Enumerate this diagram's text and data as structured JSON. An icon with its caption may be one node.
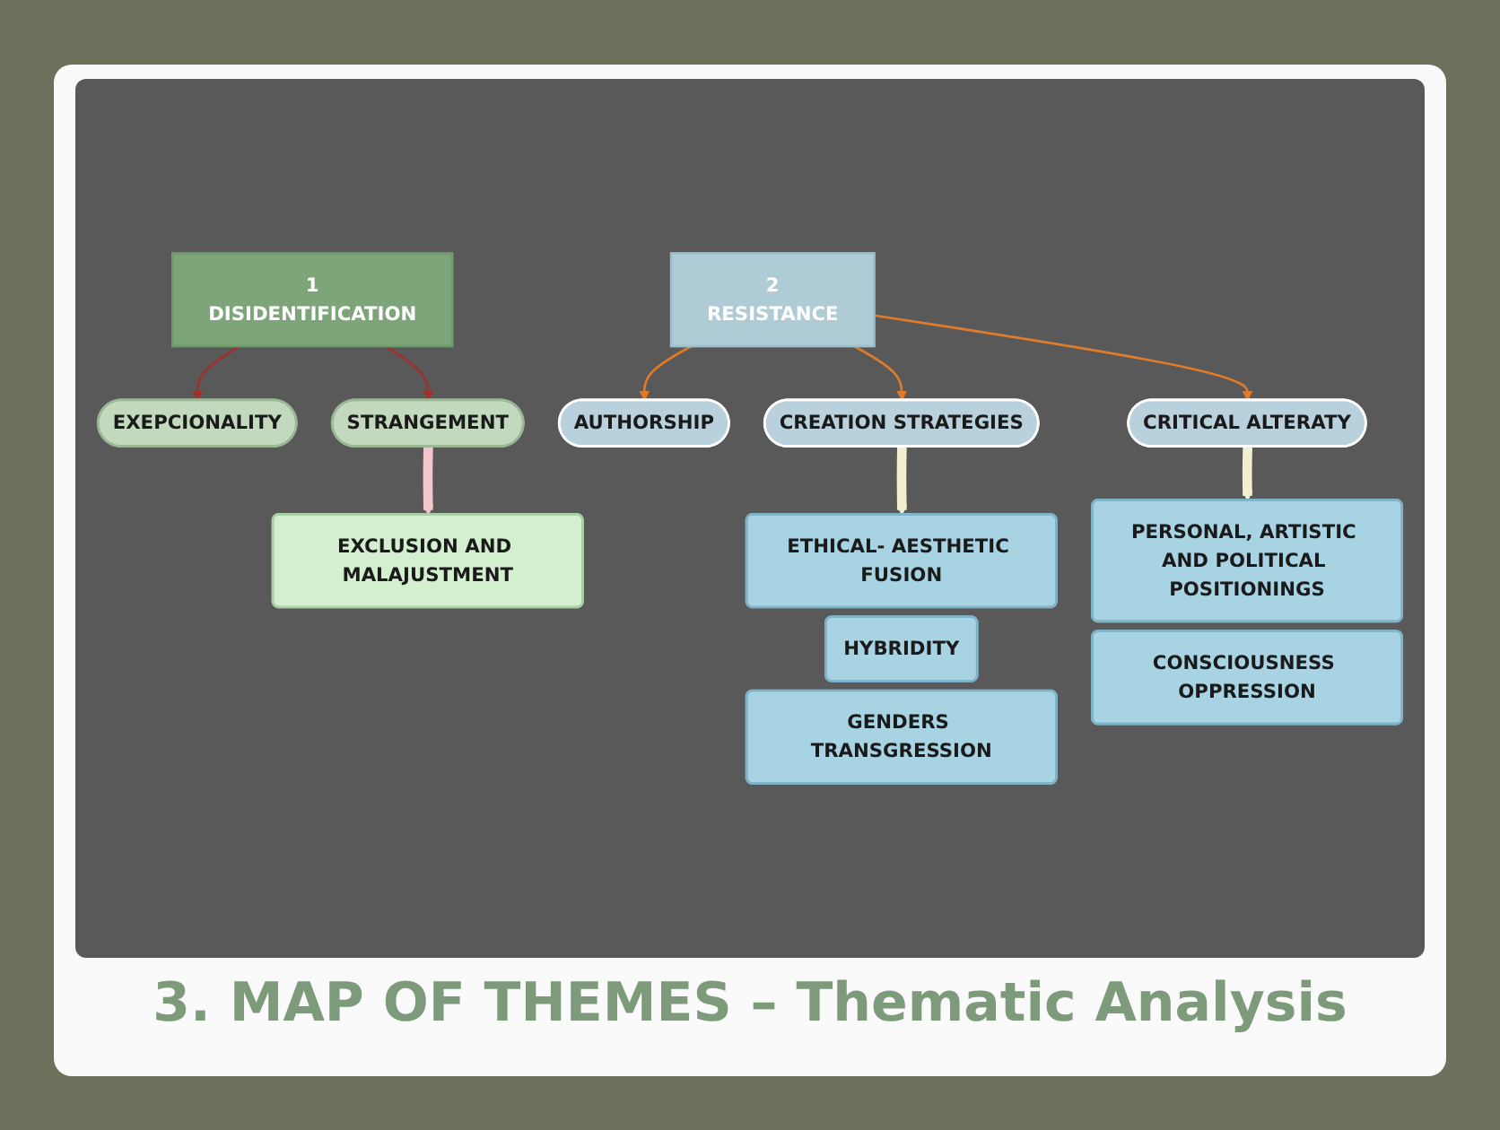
{
  "diagram": {
    "title": "3. MAP OF THEMES – Thematic Analysis",
    "nodes": [
      {
        "text": [
          "1",
          "DISIDENTIFICATION"
        ]
      },
      {
        "text": [
          "2",
          "RESISTANCE"
        ]
      },
      {
        "text": [
          "EXEPCIONALITY"
        ]
      },
      {
        "text": [
          "STRANGEMENT"
        ]
      },
      {
        "text": [
          "AUTHORSHIP"
        ]
      },
      {
        "text": [
          "CREATION STRATEGIES"
        ]
      },
      {
        "text": [
          "CRITICAL ALTERATY"
        ]
      },
      {
        "text": [
          "EXCLUSION AND MALAJUSTMENT"
        ]
      },
      {
        "text": [
          "ETHICAL- AESTHETIC FUSION"
        ]
      },
      {
        "text": [
          "HYBRIDITY"
        ]
      },
      {
        "text": [
          "GENDERS TRANSGRESSION"
        ]
      },
      {
        "text": [
          "PERSONAL, ARTISTIC AND POLITICAL POSITIONINGS"
        ]
      },
      {
        "text": [
          "CONSCIOUSNESS OPPRESSION"
        ]
      }
    ],
    "edges": [
      {
        "from": 0,
        "to": 2,
        "arrow": "to",
        "color": "#a0302c"
      },
      {
        "from": 0,
        "to": 3,
        "arrow": "to",
        "color": "#a0302c"
      },
      {
        "from": 1,
        "to": 4,
        "arrow": "to",
        "color": "#e07b2a"
      },
      {
        "from": 1,
        "to": 5,
        "arrow": "to",
        "color": "#e07b2a"
      },
      {
        "from": 1,
        "to": 6,
        "arrow": "to",
        "color": "#e07b2a"
      },
      {
        "from": 3,
        "to": 7,
        "arrow": "to",
        "style": "thick",
        "color": "#f4c6cc"
      },
      {
        "from": 5,
        "to": 8,
        "arrow": "to",
        "style": "thick",
        "color": "#f3efcf"
      },
      {
        "from": 6,
        "to": 11,
        "arrow": "to",
        "style": "thick",
        "color": "#f3efcf"
      }
    ]
  }
}
